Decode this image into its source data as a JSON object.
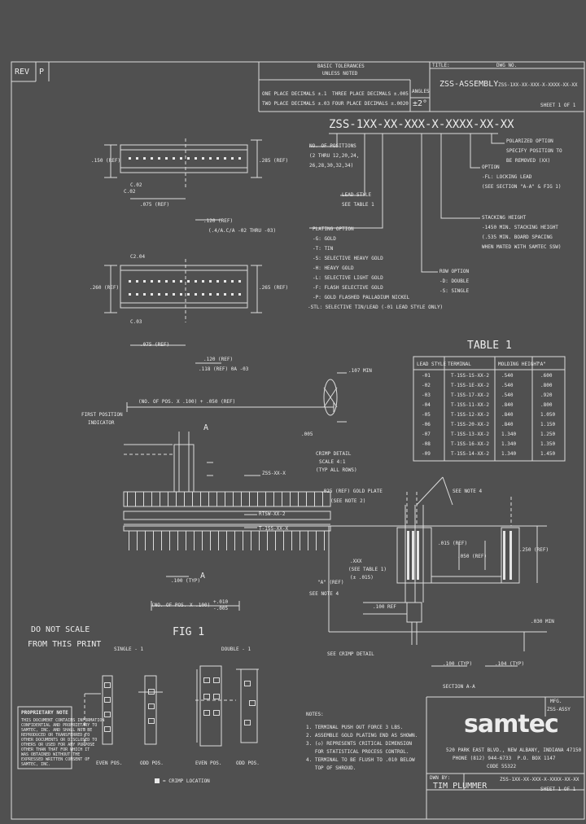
{
  "title_block": {
    "rev_label": "REV",
    "rev_value": "P",
    "basic_tol_header": "BASIC TOLERANCES",
    "unless_noted": "UNLESS NOTED",
    "one_place": "ONE PLACE DECIMALS ±.1",
    "two_place": "TWO PLACE DECIMALS ±.03",
    "three_place": "THREE PLACE DECIMALS ±.005",
    "four_place": "FOUR PLACE DECIMALS ±.0020",
    "angles_label": "ANGLES",
    "angles_value": "±2°",
    "title_label": "TITLE:",
    "title_value": "ZSS-ASSEMBLY",
    "dwg_label": "DWG NO.",
    "dwg_value": "ZSS-1XX-XX-XXX-X-XXXX-XX-XX",
    "sheet": "SHEET 1 OF 1"
  },
  "part_number": {
    "code": "ZSS-1XX-XX-XXX-X-XXXX-XX-XX",
    "polarized_lines": [
      "POLARIZED OPTION",
      "SPECIFY POSITION TO",
      "BE REMOVED (XX)"
    ],
    "option_lines": [
      "OPTION",
      "-FL: LOCKING LEAD",
      "(SEE SECTION \"A-A\" & FIG 1)"
    ],
    "positions_lines": [
      "NO. OF POSITIONS",
      "(2 THRU 12,20,24,",
      "26,28,30,32,34)"
    ],
    "lead_style_lines": [
      "LEAD STYLE",
      "SEE TABLE 1"
    ],
    "stacking_lines": [
      "STACKING HEIGHT",
      "-1450 MIN. STACKING HEIGHT",
      "(.535 MIN. BOARD SPACING",
      "WHEN MATED WITH SAMTEC SSW)"
    ],
    "row_lines": [
      "ROW OPTION",
      "-D: DOUBLE",
      "-S: SINGLE"
    ],
    "plating_lines": [
      "PLATING OPTION",
      "-G: GOLD",
      "-T: TIN",
      "-S: SELECTIVE HEAVY GOLD",
      "-H: HEAVY GOLD",
      "-L: SELECTIVE LIGHT GOLD",
      "-F: FLASH SELECTIVE GOLD",
      "-P: GOLD FLASHED PALLADIUM NICKEL",
      "-STL: SELECTIVE TIN/LEAD (-01 LEAD STYLE ONLY)"
    ]
  },
  "top_views": {
    "v1_left_dim": ".150 (REF)",
    "v1_right_dim": ".285 (REF)",
    "c02a": "C.02",
    "c02_label": "C.02",
    "d075a": ".075 (REF)",
    "d120a": ".120 (REF)",
    "d120a_note": "(.4/A.C/A -02 THRU -03)",
    "c04": "C2.04",
    "v2_left_dim": ".260 (REF)",
    "v2_right_dim": ".265 (REF)",
    "c03": "C.03",
    "d075b": ".075 (REF)",
    "d120b": ".120 (REF)",
    "d118b": ".118 (REF) 0A -03"
  },
  "table1": {
    "title": "TABLE 1",
    "headers": [
      "LEAD STYLE",
      "TERMINAL",
      "MOLDING HEIGHT",
      "\"A\""
    ],
    "rows": [
      [
        "-01",
        "T-1SS-1S-XX-2",
        ".540",
        ".600"
      ],
      [
        "-02",
        "T-1SS-1E-XX-2",
        ".540",
        ".800"
      ],
      [
        "-03",
        "T-1SS-17-XX-2",
        ".540",
        ".920"
      ],
      [
        "-04",
        "T-1SS-11-XX-2",
        ".840",
        ".800"
      ],
      [
        "-05",
        "T-1SS-12-XX-2",
        ".840",
        "1.050"
      ],
      [
        "-06",
        "T-1SS-20-XX-2",
        ".840",
        "1.150"
      ],
      [
        "-07",
        "T-1SS-13-XX-2",
        "1.340",
        "1.250"
      ],
      [
        "-08",
        "T-1SS-16-XX-2",
        "1.340",
        "1.350"
      ],
      [
        "-09",
        "T-1SS-14-XX-2",
        "1.340",
        "1.450"
      ]
    ]
  },
  "side_view": {
    "overall_dim": "(NO. OF POS. X .100) + .050 (REF)",
    "first_pos": [
      "FIRST POSITION",
      "INDICATOR"
    ],
    "section_a": "A",
    "zss_label": "ZSS-XX-X",
    "rtsw_label": "RTSW-XX-2",
    "tss_label": "T-1SS-XX-X",
    "pitch": ".100 (TYP)",
    "section_a2": "A",
    "bottom_dim": "(NO. OF POS. X .100)",
    "bottom_tol_top": "+.010",
    "bottom_tol_bot": "-.005",
    "crimp_dim": ".107 MIN",
    "crimp_label": [
      "CRIMP DETAIL",
      "SCALE 4:1",
      "(TYP ALL ROWS)"
    ],
    "crimp_sym": ".005"
  },
  "section_view": {
    "gold_plate": ".025 (REF) GOLD PLATE",
    "gold_note": "(SEE NOTE 2)",
    "see_note4_top": "SEE NOTE 4",
    "d015": ".015 (REF)",
    "d050": ".050 (REF)",
    "d250": ".250 (REF)",
    "xxx": ".XXX",
    "xxx_note": [
      "(SEE TABLE 1)",
      "(± .015)"
    ],
    "a_ref": "\"A\" (REF)",
    "see_note4_left": "SEE NOTE 4",
    "d100ref": ".100 REF",
    "d030min": ".030 MIN",
    "crimp_ref": "SEE CRIMP DETAIL",
    "d100typ": ".100 (TYP)",
    "d104": ".104 (TYP)",
    "label": "SECTION A-A"
  },
  "fig1": {
    "dont_scale": [
      "DO NOT SCALE",
      "FROM THIS PRINT"
    ],
    "fig_title": "FIG 1",
    "single": "SINGLE - 1",
    "double": "DOUBLE - 1",
    "even_pos_1": "EVEN POS.",
    "odd_pos_1": "ODD POS.",
    "even_pos_2": "EVEN POS.",
    "odd_pos_2": "ODD POS.",
    "crimp_loc": "= CRIMP LOCATION"
  },
  "proprietary": {
    "title": "PROPRIETARY NOTE",
    "body": [
      "THIS DOCUMENT CONTAINS INFORMATION",
      "CONFIDENTIAL AND PROPRIETARY TO",
      "SAMTEC, INC. AND SHALL NOT BE",
      "REPRODUCED OR TRANSFERRED TO",
      "OTHER DOCUMENTS OR DISCLOSED TO",
      "OTHERS OR USED FOR ANY PURPOSE",
      "OTHER THAN THAT FOR WHICH IT",
      "WAS OBTAINED WITHOUT THE",
      "EXPRESSED WRITTEN CONSENT OF",
      "SAMTEC, INC."
    ]
  },
  "notes": {
    "title": "NOTES:",
    "items": [
      "1. TERMINAL PUSH OUT FORCE 3 LBS.",
      "2. ASSEMBLE GOLD PLATING END AS SHOWN.",
      "3. (◇) REPRESENTS CRITICAL DIMENSION",
      "   FOR STATISTICAL PROCESS CONTROL.",
      "4. TERMINAL TO BE FLUSH TO .010 BELOW",
      "   TOP OF SHROUD."
    ]
  },
  "company": {
    "logo": "samtec",
    "mfg": [
      "MFG.",
      "ZSS-ASSY"
    ],
    "address": "520 PARK EAST BLVD., NEW ALBANY, INDIANA 47150",
    "phone": "PHONE (812) 944-6733  P.O. BOX 1147",
    "code": "CODE 55322",
    "drawn_label": "DWN BY:",
    "drawn_value": "TIM PLUMMER",
    "dwg_no": "ZSS-1XX-XX-XXX-X-XXXX-XX-XX",
    "sheet": "SHEET 1 OF 1"
  }
}
